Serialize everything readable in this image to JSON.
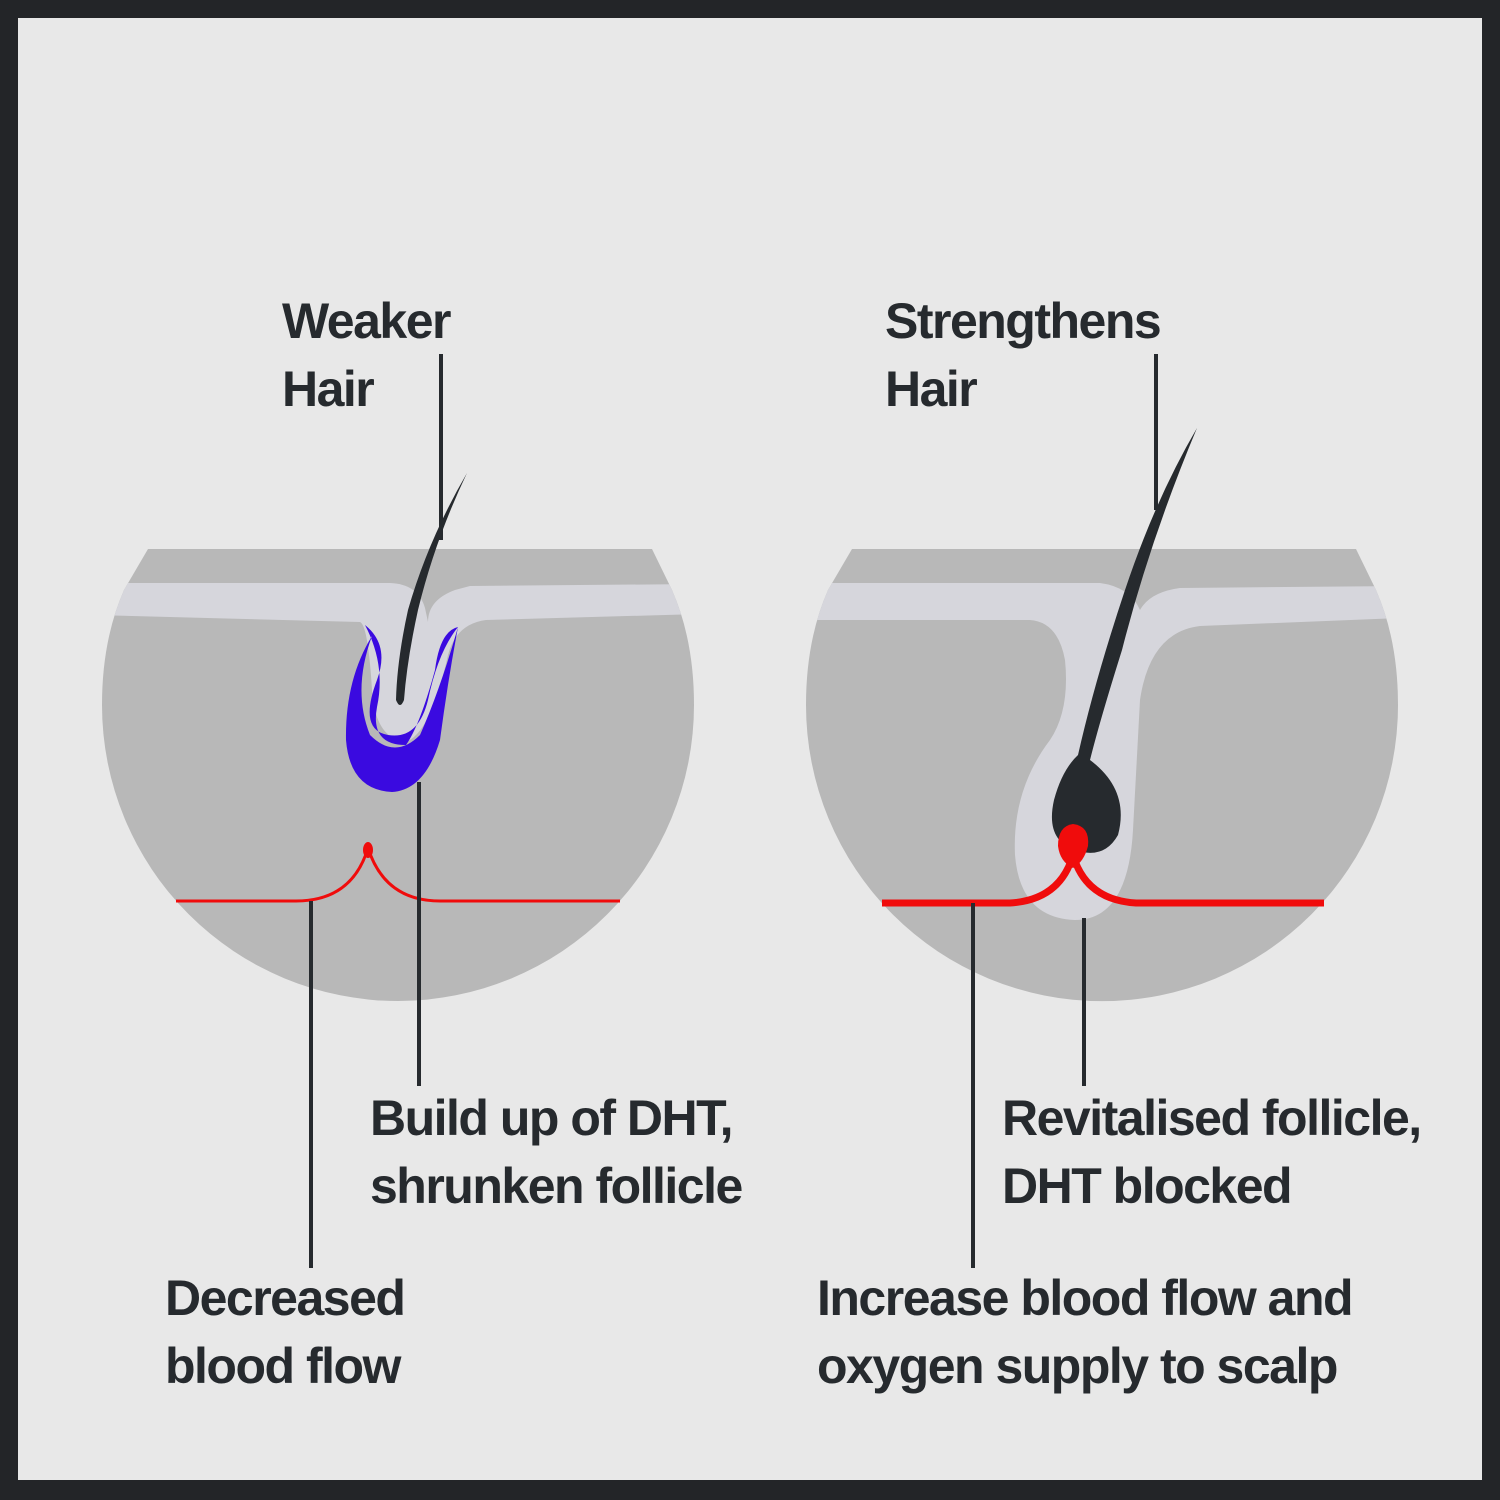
{
  "left_panel": {
    "hair_label": [
      "Weaker",
      "Hair"
    ],
    "follicle_label": [
      "Build up of DHT,",
      "shrunken follicle"
    ],
    "blood_label": [
      "Decreased",
      "blood flow"
    ]
  },
  "right_panel": {
    "hair_label": [
      "Strengthens",
      "Hair"
    ],
    "follicle_label": [
      "Revitalised follicle,",
      "DHT blocked"
    ],
    "blood_label": [
      "Increase blood flow and",
      "oxygen supply to scalp"
    ]
  },
  "colors": {
    "frame": "#232528",
    "background": "#e8e8e8",
    "skin": "#b8b8b8",
    "skin_layer": "#d6d6dc",
    "hair": "#262a2e",
    "dht": "#3a0ae0",
    "blood": "#f00c0c"
  }
}
